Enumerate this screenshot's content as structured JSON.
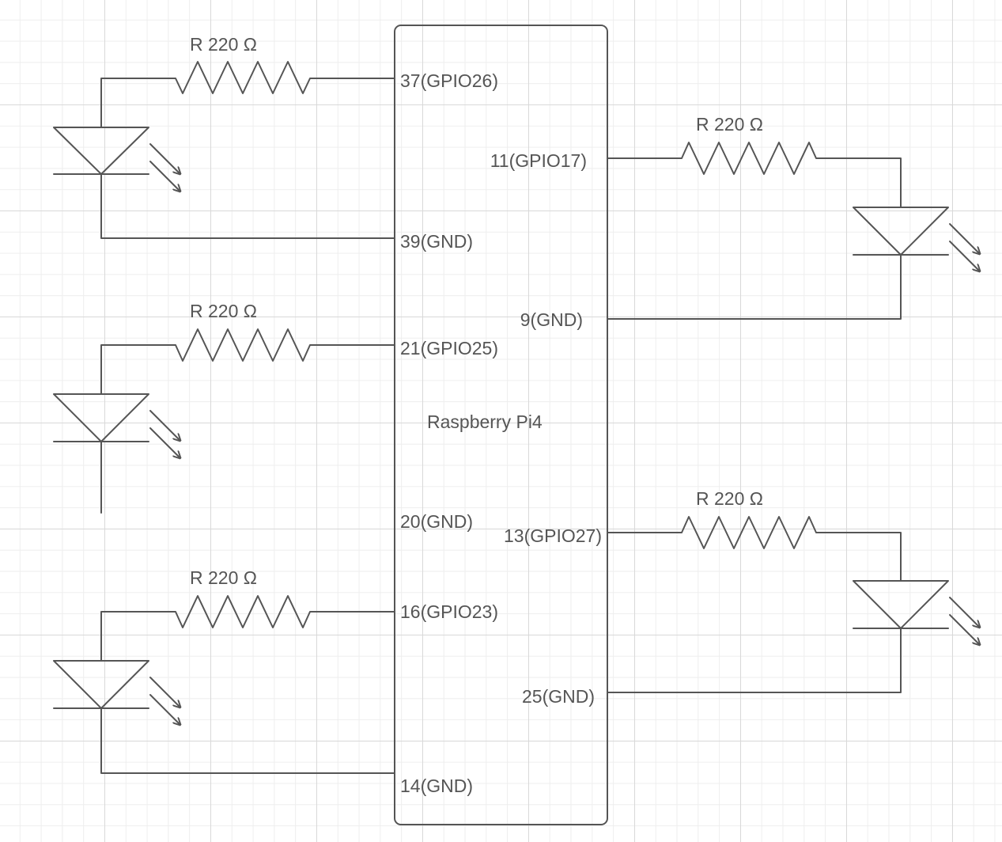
{
  "board": {
    "label": "Raspberry Pi4"
  },
  "colors": {
    "line": "#555555",
    "grid_major": "#d9d9d9",
    "grid_minor": "#eeeeee"
  },
  "left_circuits": [
    {
      "resistor_label": "R 220 Ω",
      "gpio_pin": "37(GPIO26)",
      "gnd_pin": "39(GND)"
    },
    {
      "resistor_label": "R 220 Ω",
      "gpio_pin": "21(GPIO25)",
      "gnd_pin": "20(GND)"
    },
    {
      "resistor_label": "R 220 Ω",
      "gpio_pin": "16(GPIO23)",
      "gnd_pin": "14(GND)"
    }
  ],
  "right_circuits": [
    {
      "resistor_label": "R 220 Ω",
      "gpio_pin": "11(GPIO17)",
      "gnd_pin": "9(GND)"
    },
    {
      "resistor_label": "R 220 Ω",
      "gpio_pin": "13(GPIO27)",
      "gnd_pin": "25(GND)"
    }
  ]
}
